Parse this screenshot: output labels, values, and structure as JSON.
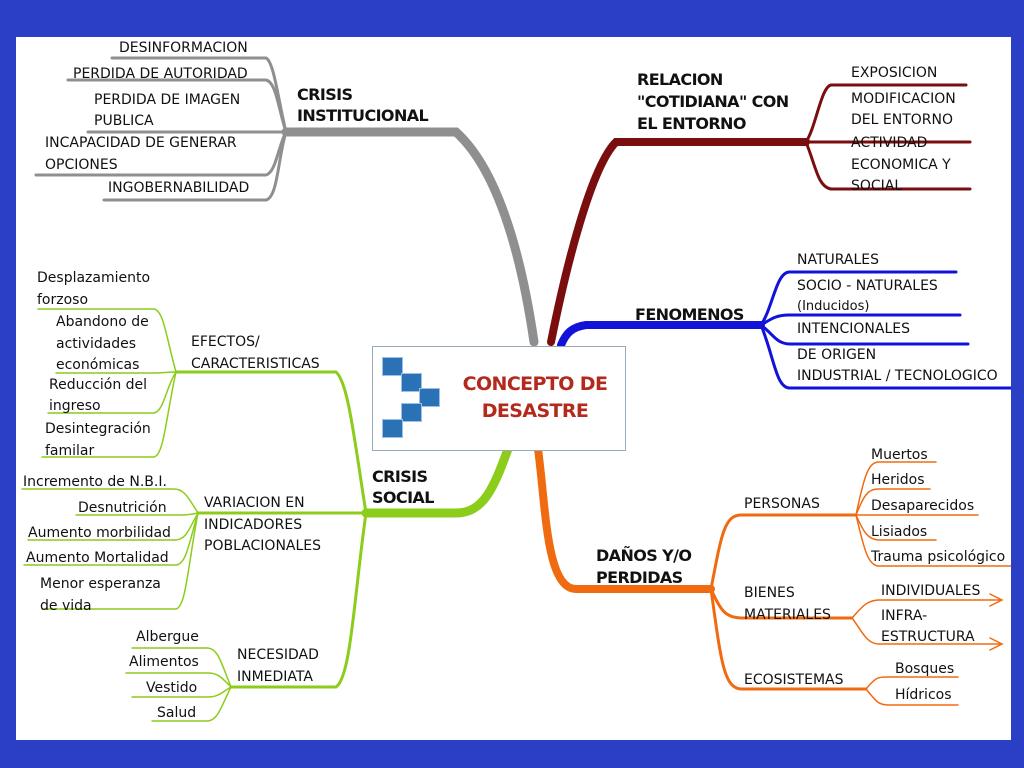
{
  "center": {
    "title": "CONCEPTO DE\nDESASTRE"
  },
  "crisis_institucional": {
    "title_1": "CRISIS",
    "title_2": "INSTITUCIONAL",
    "items": [
      "DESINFORMACION",
      "PERDIDA DE AUTORIDAD",
      "PERDIDA DE IMAGEN",
      "PUBLICA",
      "INCAPACIDAD DE GENERAR",
      "OPCIONES",
      "INGOBERNABILIDAD"
    ]
  },
  "relacion": {
    "title_1": "RELACION",
    "title_2": "\"COTIDIANA\" CON",
    "title_3": "EL ENTORNO",
    "items": [
      "EXPOSICION",
      "MODIFICACION",
      "DEL ENTORNO",
      "ACTIVIDAD",
      "ECONOMICA Y",
      "SOCIAL"
    ]
  },
  "fenomenos": {
    "title": "FENOMENOS",
    "items": [
      "NATURALES",
      "SOCIO - NATURALES",
      "(Inducidos)",
      "INTENCIONALES",
      "DE ORIGEN",
      "INDUSTRIAL / TECNOLOGICO"
    ]
  },
  "crisis_social": {
    "title_1": "CRISIS",
    "title_2": "SOCIAL",
    "efectos": {
      "label_1": "EFECTOS/",
      "label_2": "CARACTERISTICAS",
      "items": [
        "Desplazamiento",
        "forzoso",
        "Abandono de",
        "actividades",
        "económicas",
        "Reducción del",
        "ingreso",
        "Desintegración",
        "familar"
      ]
    },
    "variacion": {
      "label_1": "VARIACION EN",
      "label_2": "INDICADORES",
      "label_3": "POBLACIONALES",
      "items": [
        "Incremento de N.B.I.",
        "Desnutrición",
        "Aumento morbilidad",
        "Aumento Mortalidad",
        "Menor esperanza",
        "de vida"
      ]
    },
    "necesidad": {
      "label_1": "NECESIDAD",
      "label_2": "INMEDIATA",
      "items": [
        "Albergue",
        "Alimentos",
        "Vestido",
        "Salud"
      ]
    }
  },
  "danos": {
    "title_1": "DAÑOS Y/O",
    "title_2": "PERDIDAS",
    "personas": {
      "label": "PERSONAS",
      "items": [
        "Muertos",
        "Heridos",
        "Desaparecidos",
        "Lisiados",
        "Trauma psicológico"
      ]
    },
    "bienes": {
      "label_1": "BIENES",
      "label_2": "MATERIALES",
      "items": [
        "INDIVIDUALES",
        "INFRA-",
        "ESTRUCTURA"
      ]
    },
    "ecosistemas": {
      "label": "ECOSISTEMAS",
      "items": [
        "Bosques",
        "Hídricos"
      ]
    }
  },
  "colors": {
    "institucional": "#8f8f8f",
    "relacion": "#7a0d0d",
    "fenomenos": "#1212d8",
    "social": "#8ccc1a",
    "danos": "#f06a10",
    "center_text": "#b32a1c",
    "icon": "#2a72b5",
    "background": "#2b3fc6"
  }
}
